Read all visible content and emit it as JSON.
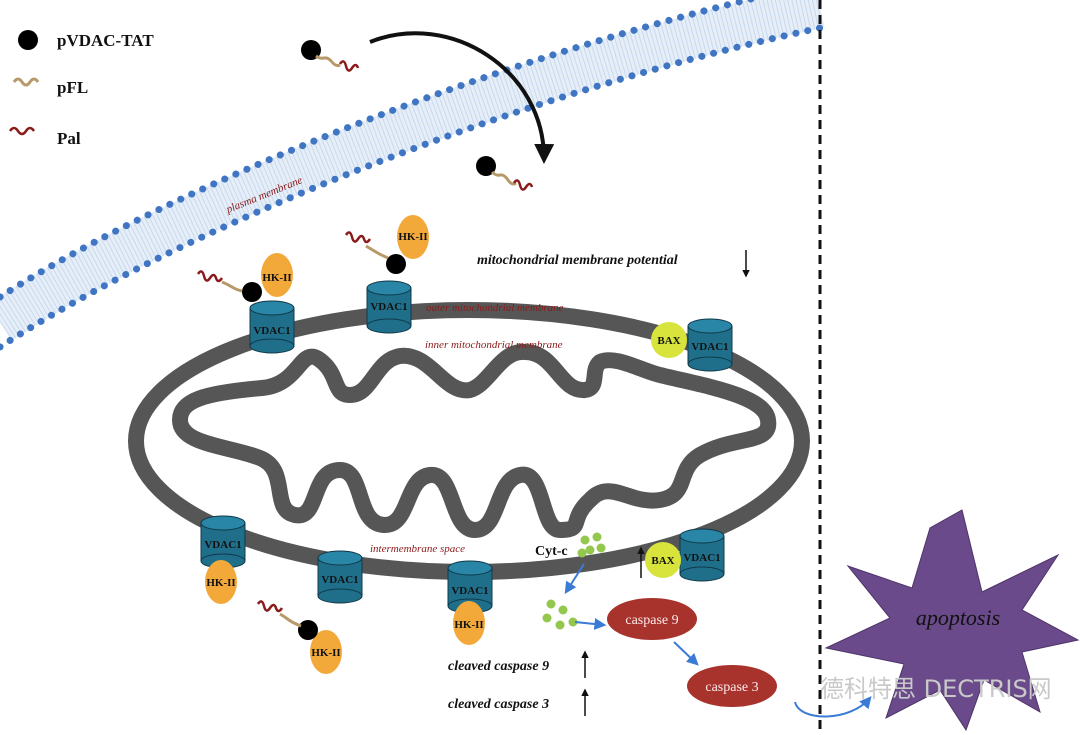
{
  "legend": {
    "tat_label": "pVDAC-TAT",
    "pfl_label": "pFL",
    "pal_label": "Pal"
  },
  "membranes": {
    "plasma": "plasma membrane",
    "outer": "outer mitochondrial membrane",
    "inner": "inner mitochondrial membrane",
    "intermembrane": "intermembrane space"
  },
  "proteins": {
    "vdac": "VDAC1",
    "hk": "HK-II",
    "bax": "BAX",
    "cytc": "Cyt-c",
    "casp9": "caspase 9",
    "casp3": "caspase 3"
  },
  "annotations": {
    "mmp": "mitochondrial membrane potential",
    "cleaved9": "cleaved caspase 9",
    "cleaved3": "cleaved caspase 3"
  },
  "outcome": "apoptosis",
  "watermark": "德科特思 DECTRIS网",
  "colors": {
    "membrane_dot": "#3f75c2",
    "mito": "#565656",
    "vdac": "#1f6f8b",
    "hk": "#f3a93a",
    "bax": "#d8e43c",
    "cytc": "#93c74d",
    "caspase": "#a8332c",
    "apoptosis": "#6a4a8a"
  }
}
